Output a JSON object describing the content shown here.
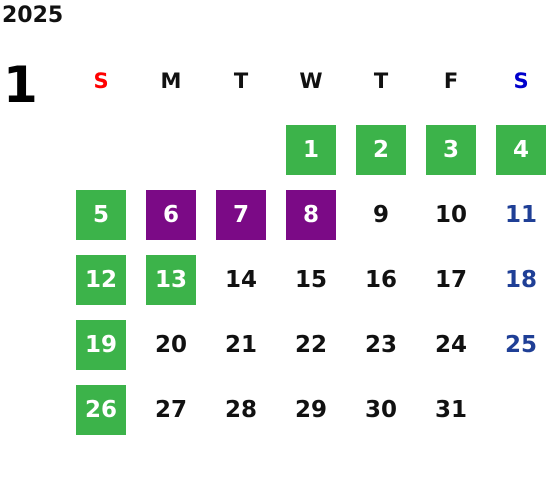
{
  "year": "2025",
  "month": "1",
  "weekdays": [
    {
      "label": "S",
      "color": "#ff0000"
    },
    {
      "label": "M",
      "color": "#111111"
    },
    {
      "label": "T",
      "color": "#111111"
    },
    {
      "label": "W",
      "color": "#111111"
    },
    {
      "label": "T",
      "color": "#111111"
    },
    {
      "label": "F",
      "color": "#111111"
    },
    {
      "label": "S",
      "color": "#0000cc"
    }
  ],
  "colors": {
    "green": "#3cb34a",
    "purple": "#7b0a86",
    "saturday_text": "#1f3f96",
    "default_text": "#111111",
    "highlight_text": "#ffffff"
  },
  "weeks": [
    [
      null,
      null,
      null,
      {
        "day": "1",
        "mark": "green"
      },
      {
        "day": "2",
        "mark": "green"
      },
      {
        "day": "3",
        "mark": "green"
      },
      {
        "day": "4",
        "mark": "green"
      }
    ],
    [
      {
        "day": "5",
        "mark": "green"
      },
      {
        "day": "6",
        "mark": "purple"
      },
      {
        "day": "7",
        "mark": "purple"
      },
      {
        "day": "8",
        "mark": "purple"
      },
      {
        "day": "9"
      },
      {
        "day": "10"
      },
      {
        "day": "11",
        "mark": "saturday"
      }
    ],
    [
      {
        "day": "12",
        "mark": "green"
      },
      {
        "day": "13",
        "mark": "green"
      },
      {
        "day": "14"
      },
      {
        "day": "15"
      },
      {
        "day": "16"
      },
      {
        "day": "17"
      },
      {
        "day": "18",
        "mark": "saturday"
      }
    ],
    [
      {
        "day": "19",
        "mark": "green"
      },
      {
        "day": "20"
      },
      {
        "day": "21"
      },
      {
        "day": "22"
      },
      {
        "day": "23"
      },
      {
        "day": "24"
      },
      {
        "day": "25",
        "mark": "saturday"
      }
    ],
    [
      {
        "day": "26",
        "mark": "green"
      },
      {
        "day": "27"
      },
      {
        "day": "28"
      },
      {
        "day": "29"
      },
      {
        "day": "30"
      },
      {
        "day": "31"
      },
      null
    ]
  ]
}
